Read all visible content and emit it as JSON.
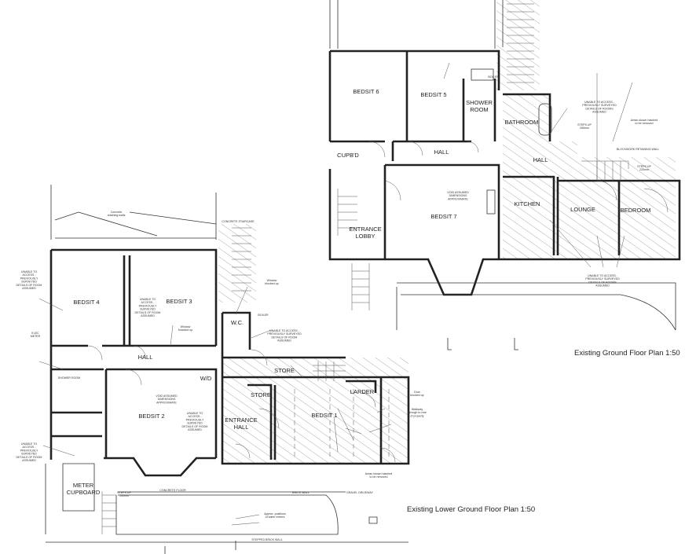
{
  "titles": {
    "ground": "Existing Ground Floor Plan 1:50",
    "lower": "Existing Lower Ground Floor Plan 1:50"
  },
  "rooms": [
    {
      "id": "bedsit-6",
      "lines": [
        "BEDSIT 6"
      ]
    },
    {
      "id": "bedsit-5",
      "lines": [
        "BEDSIT 5"
      ]
    },
    {
      "id": "shower-room-g",
      "lines": [
        "SHOWER",
        "ROOM"
      ]
    },
    {
      "id": "bathroom",
      "lines": [
        "BATHROOM"
      ]
    },
    {
      "id": "hall-g1",
      "lines": [
        "HALL"
      ]
    },
    {
      "id": "hall-g2",
      "lines": [
        "HALL"
      ]
    },
    {
      "id": "cupbd-g1",
      "lines": [
        "CUPB'D"
      ]
    },
    {
      "id": "bedsit-7",
      "lines": [
        "BEDSIT 7"
      ]
    },
    {
      "id": "entrance-lobby",
      "lines": [
        "ENTRANCE",
        "LOBBY"
      ]
    },
    {
      "id": "kitchen",
      "lines": [
        "KITCHEN"
      ]
    },
    {
      "id": "lounge",
      "lines": [
        "LOUNGE"
      ]
    },
    {
      "id": "bedroom",
      "lines": [
        "BEDROOM"
      ]
    },
    {
      "id": "bedsit-4",
      "lines": [
        "BEDSIT 4"
      ]
    },
    {
      "id": "bedsit-3",
      "lines": [
        "BEDSIT 3"
      ]
    },
    {
      "id": "wc",
      "lines": [
        "W.C."
      ]
    },
    {
      "id": "hall-l",
      "lines": [
        "HALL"
      ]
    },
    {
      "id": "wd",
      "lines": [
        "W/D"
      ]
    },
    {
      "id": "bedsit-2",
      "lines": [
        "BEDSIT 2"
      ]
    },
    {
      "id": "store-1",
      "lines": [
        "STORE"
      ]
    },
    {
      "id": "store-2",
      "lines": [
        "STORE"
      ]
    },
    {
      "id": "entrance-hall",
      "lines": [
        "ENTRANCE",
        "HALL"
      ]
    },
    {
      "id": "bedsit-1",
      "lines": [
        "BEDSIT 1"
      ]
    },
    {
      "id": "larder",
      "lines": [
        "LARDER"
      ]
    },
    {
      "id": "meter-cupboard",
      "lines": [
        "METER",
        "CUPBOARD"
      ]
    }
  ],
  "notes": [
    {
      "id": "n-unable-g1",
      "lines": [
        "UNABLE TO ACCESS -",
        "PREVIOUSLY SURVEYED",
        "DETAILS OF ROOMS",
        "ASSUMED"
      ]
    },
    {
      "id": "n-hatched-g",
      "lines": [
        "Areas shown hatched",
        "to be removed"
      ]
    },
    {
      "id": "n-steps-g",
      "lines": [
        "STEPS UP",
        "265mm"
      ]
    },
    {
      "id": "n-retaining",
      "lines": [
        "BLOCKWORK RETAINING WALL"
      ]
    },
    {
      "id": "n-steps-g2",
      "lines": [
        "STEPS UP",
        "225mm"
      ]
    },
    {
      "id": "n-void-g",
      "lines": [
        "VOID ASSUMED",
        "DIMENSIONS",
        "APPROXIMATE"
      ]
    },
    {
      "id": "n-unable-g2",
      "lines": [
        "UNABLE TO ACCESS -",
        "PREVIOUSLY SURVEYED",
        "DETAILS OF ROOMS",
        "ASSUMED"
      ]
    },
    {
      "id": "n-boiler-g",
      "lines": [
        "BOILER"
      ]
    },
    {
      "id": "n-concrete-walls",
      "lines": [
        "Concrete",
        "retaining walls"
      ]
    },
    {
      "id": "n-concrete-stair",
      "lines": [
        "CONCRETE STAIRCASE"
      ]
    },
    {
      "id": "n-unable-l1",
      "lines": [
        "UNABLE TO",
        "ACCESS -",
        "PREVIOUSLY",
        "SURVEYED",
        "DETAILS OF ROOM",
        "ASSUMED"
      ]
    },
    {
      "id": "n-unable-l2",
      "lines": [
        "UNABLE TO",
        "ACCESS -",
        "PREVIOUSLY",
        "SURVEYED",
        "DETAILS OF ROOM",
        "ASSUMED"
      ]
    },
    {
      "id": "n-window-blocked",
      "lines": [
        "Window",
        "blocked up"
      ]
    },
    {
      "id": "n-window-boarded",
      "lines": [
        "Window",
        "boarded up"
      ]
    },
    {
      "id": "n-boiler-l",
      "lines": [
        "BOILER"
      ]
    },
    {
      "id": "n-elec-meter",
      "lines": [
        "ELEC",
        "METER"
      ]
    },
    {
      "id": "n-unable-l3",
      "lines": [
        "UNABLE TO ACCESS -",
        "PREVIOUSLY SURVEYED",
        "DETAILS OF ROOM",
        "ASSUMED"
      ]
    },
    {
      "id": "n-void-l",
      "lines": [
        "VOID ASSUMED",
        "DIMENSIONS",
        "APPROXIMATE"
      ]
    },
    {
      "id": "n-unable-l4",
      "lines": [
        "UNABLE TO",
        "ACCESS -",
        "PREVIOUSLY",
        "SURVEYED",
        "DETAILS OF ROOM",
        "ASSUMED"
      ]
    },
    {
      "id": "n-unable-l5",
      "lines": [
        "UNABLE TO",
        "ACCESS -",
        "PREVIOUSLY",
        "SURVEYED",
        "DETAILS OF ROOM",
        "ASSUMED"
      ]
    },
    {
      "id": "n-shower-room",
      "lines": [
        "SHOWER ROOM"
      ]
    },
    {
      "id": "n-steps-l",
      "lines": [
        "STEPS UP",
        "100mm"
      ]
    },
    {
      "id": "n-concrete-floor",
      "lines": [
        "CONCRETE FLOOR"
      ]
    },
    {
      "id": "n-brick-wall",
      "lines": [
        "BRICK WALL"
      ]
    },
    {
      "id": "n-gravel",
      "lines": [
        "GRAVEL DRIVEWAY"
      ]
    },
    {
      "id": "n-door-blocked",
      "lines": [
        "Door",
        "blocked up"
      ]
    },
    {
      "id": "n-walkway",
      "lines": [
        "Walkway",
        "through to rear",
        "of property"
      ]
    },
    {
      "id": "n-hatched-l",
      "lines": [
        "Areas shown hatched",
        "to be removed"
      ]
    },
    {
      "id": "n-water-meters",
      "lines": [
        "Approx. positions",
        "of water meters"
      ]
    },
    {
      "id": "n-stepped-wall",
      "lines": [
        "STEPPED BRICK WALL"
      ]
    }
  ]
}
